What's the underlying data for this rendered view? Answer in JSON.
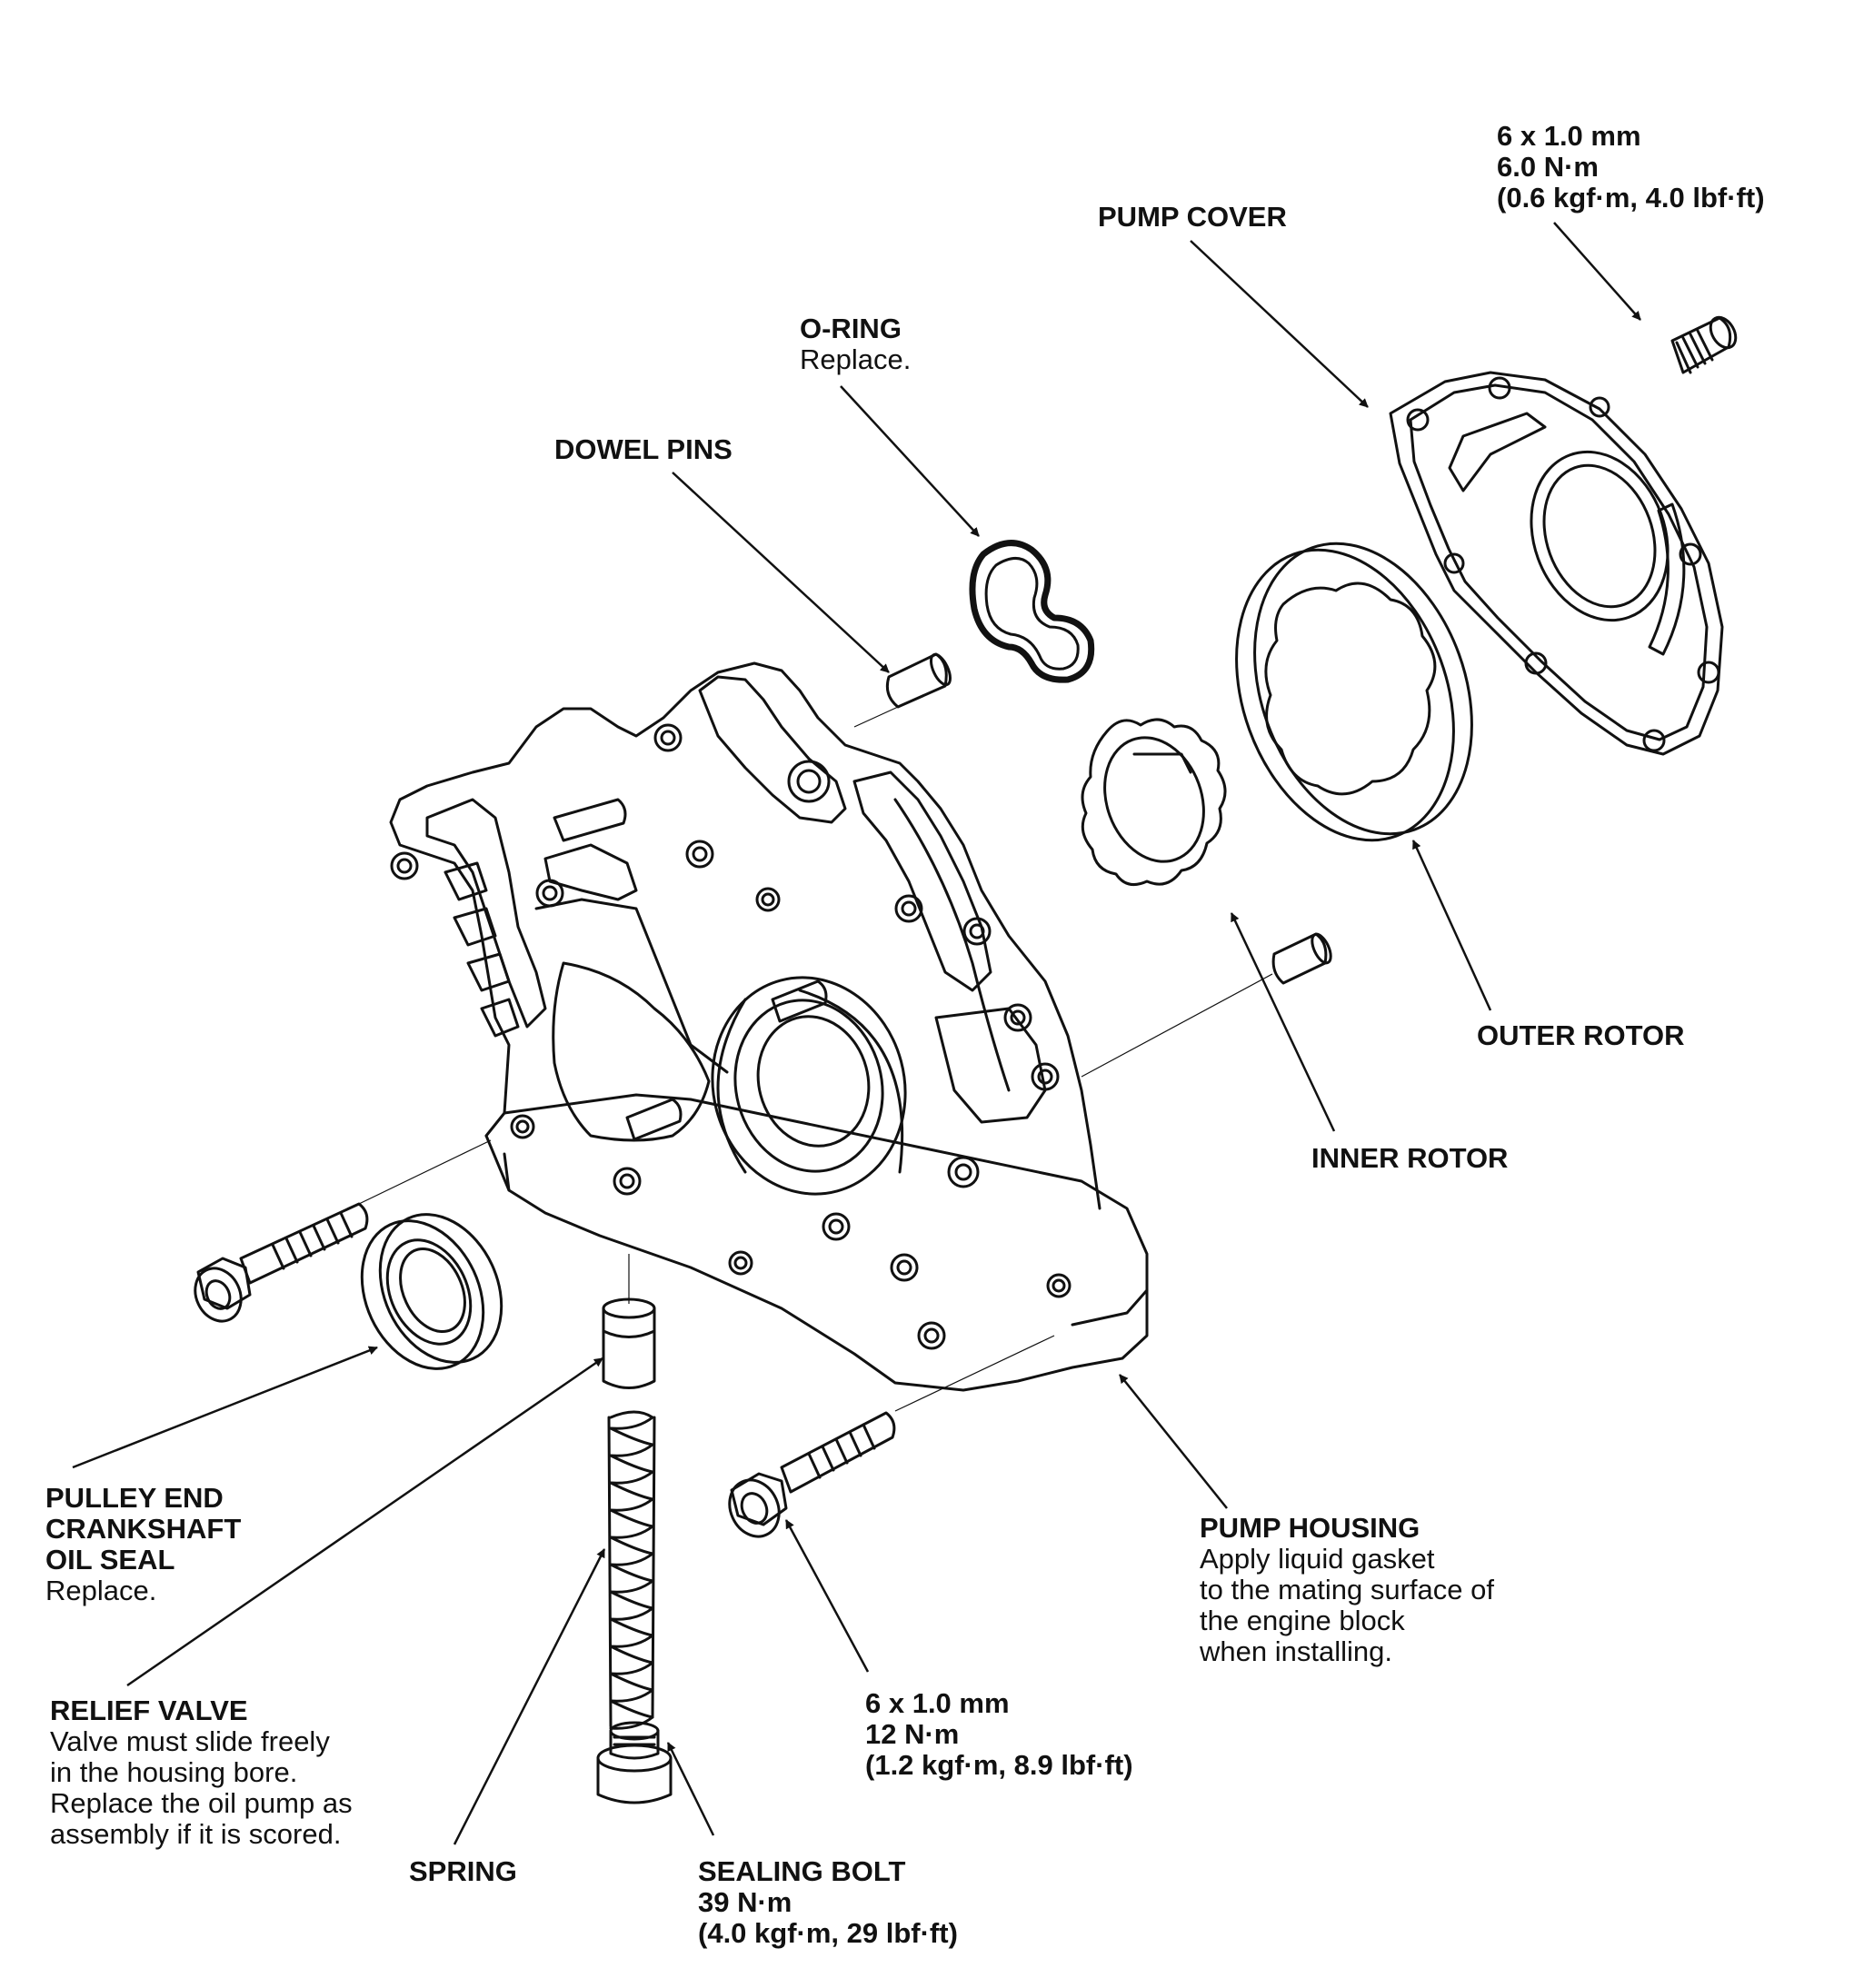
{
  "labels": {
    "pump_cover": {
      "title": "PUMP COVER"
    },
    "cover_bolt": {
      "spec": [
        "6 x 1.0 mm",
        "6.0 N·m",
        "(0.6 kgf·m, 4.0 lbf·ft)"
      ]
    },
    "o_ring": {
      "title": "O-RING",
      "note": "Replace."
    },
    "dowel_pins": {
      "title": "DOWEL PINS"
    },
    "outer_rotor": {
      "title": "OUTER ROTOR"
    },
    "inner_rotor": {
      "title": "INNER ROTOR"
    },
    "oil_seal": {
      "title": [
        "PULLEY END",
        "CRANKSHAFT",
        "OIL SEAL"
      ],
      "note": "Replace."
    },
    "pump_housing": {
      "title": "PUMP HOUSING",
      "note": [
        "Apply liquid gasket",
        "to the mating surface of",
        "the engine block",
        "when installing."
      ]
    },
    "relief_valve": {
      "title": "RELIEF VALVE",
      "note": [
        "Valve must slide freely",
        "in the housing bore.",
        "Replace the oil pump as",
        "assembly if it is scored."
      ]
    },
    "housing_bolt": {
      "spec": [
        "6 x 1.0 mm",
        "12 N·m",
        "(1.2 kgf·m, 8.9 lbf·ft)"
      ]
    },
    "spring": {
      "title": "SPRING"
    },
    "sealing_bolt": {
      "title": "SEALING BOLT",
      "spec": [
        "39 N·m",
        "(4.0 kgf·m, 29 lbf·ft)"
      ]
    }
  },
  "icons": [
    "pump-cover-icon",
    "cover-bolt-icon",
    "o-ring-icon",
    "dowel-pin-icon",
    "outer-rotor-icon",
    "inner-rotor-icon",
    "pump-housing-icon",
    "flange-bolt-icon",
    "crankshaft-oil-seal-icon",
    "relief-valve-icon",
    "spring-icon",
    "sealing-bolt-icon"
  ]
}
